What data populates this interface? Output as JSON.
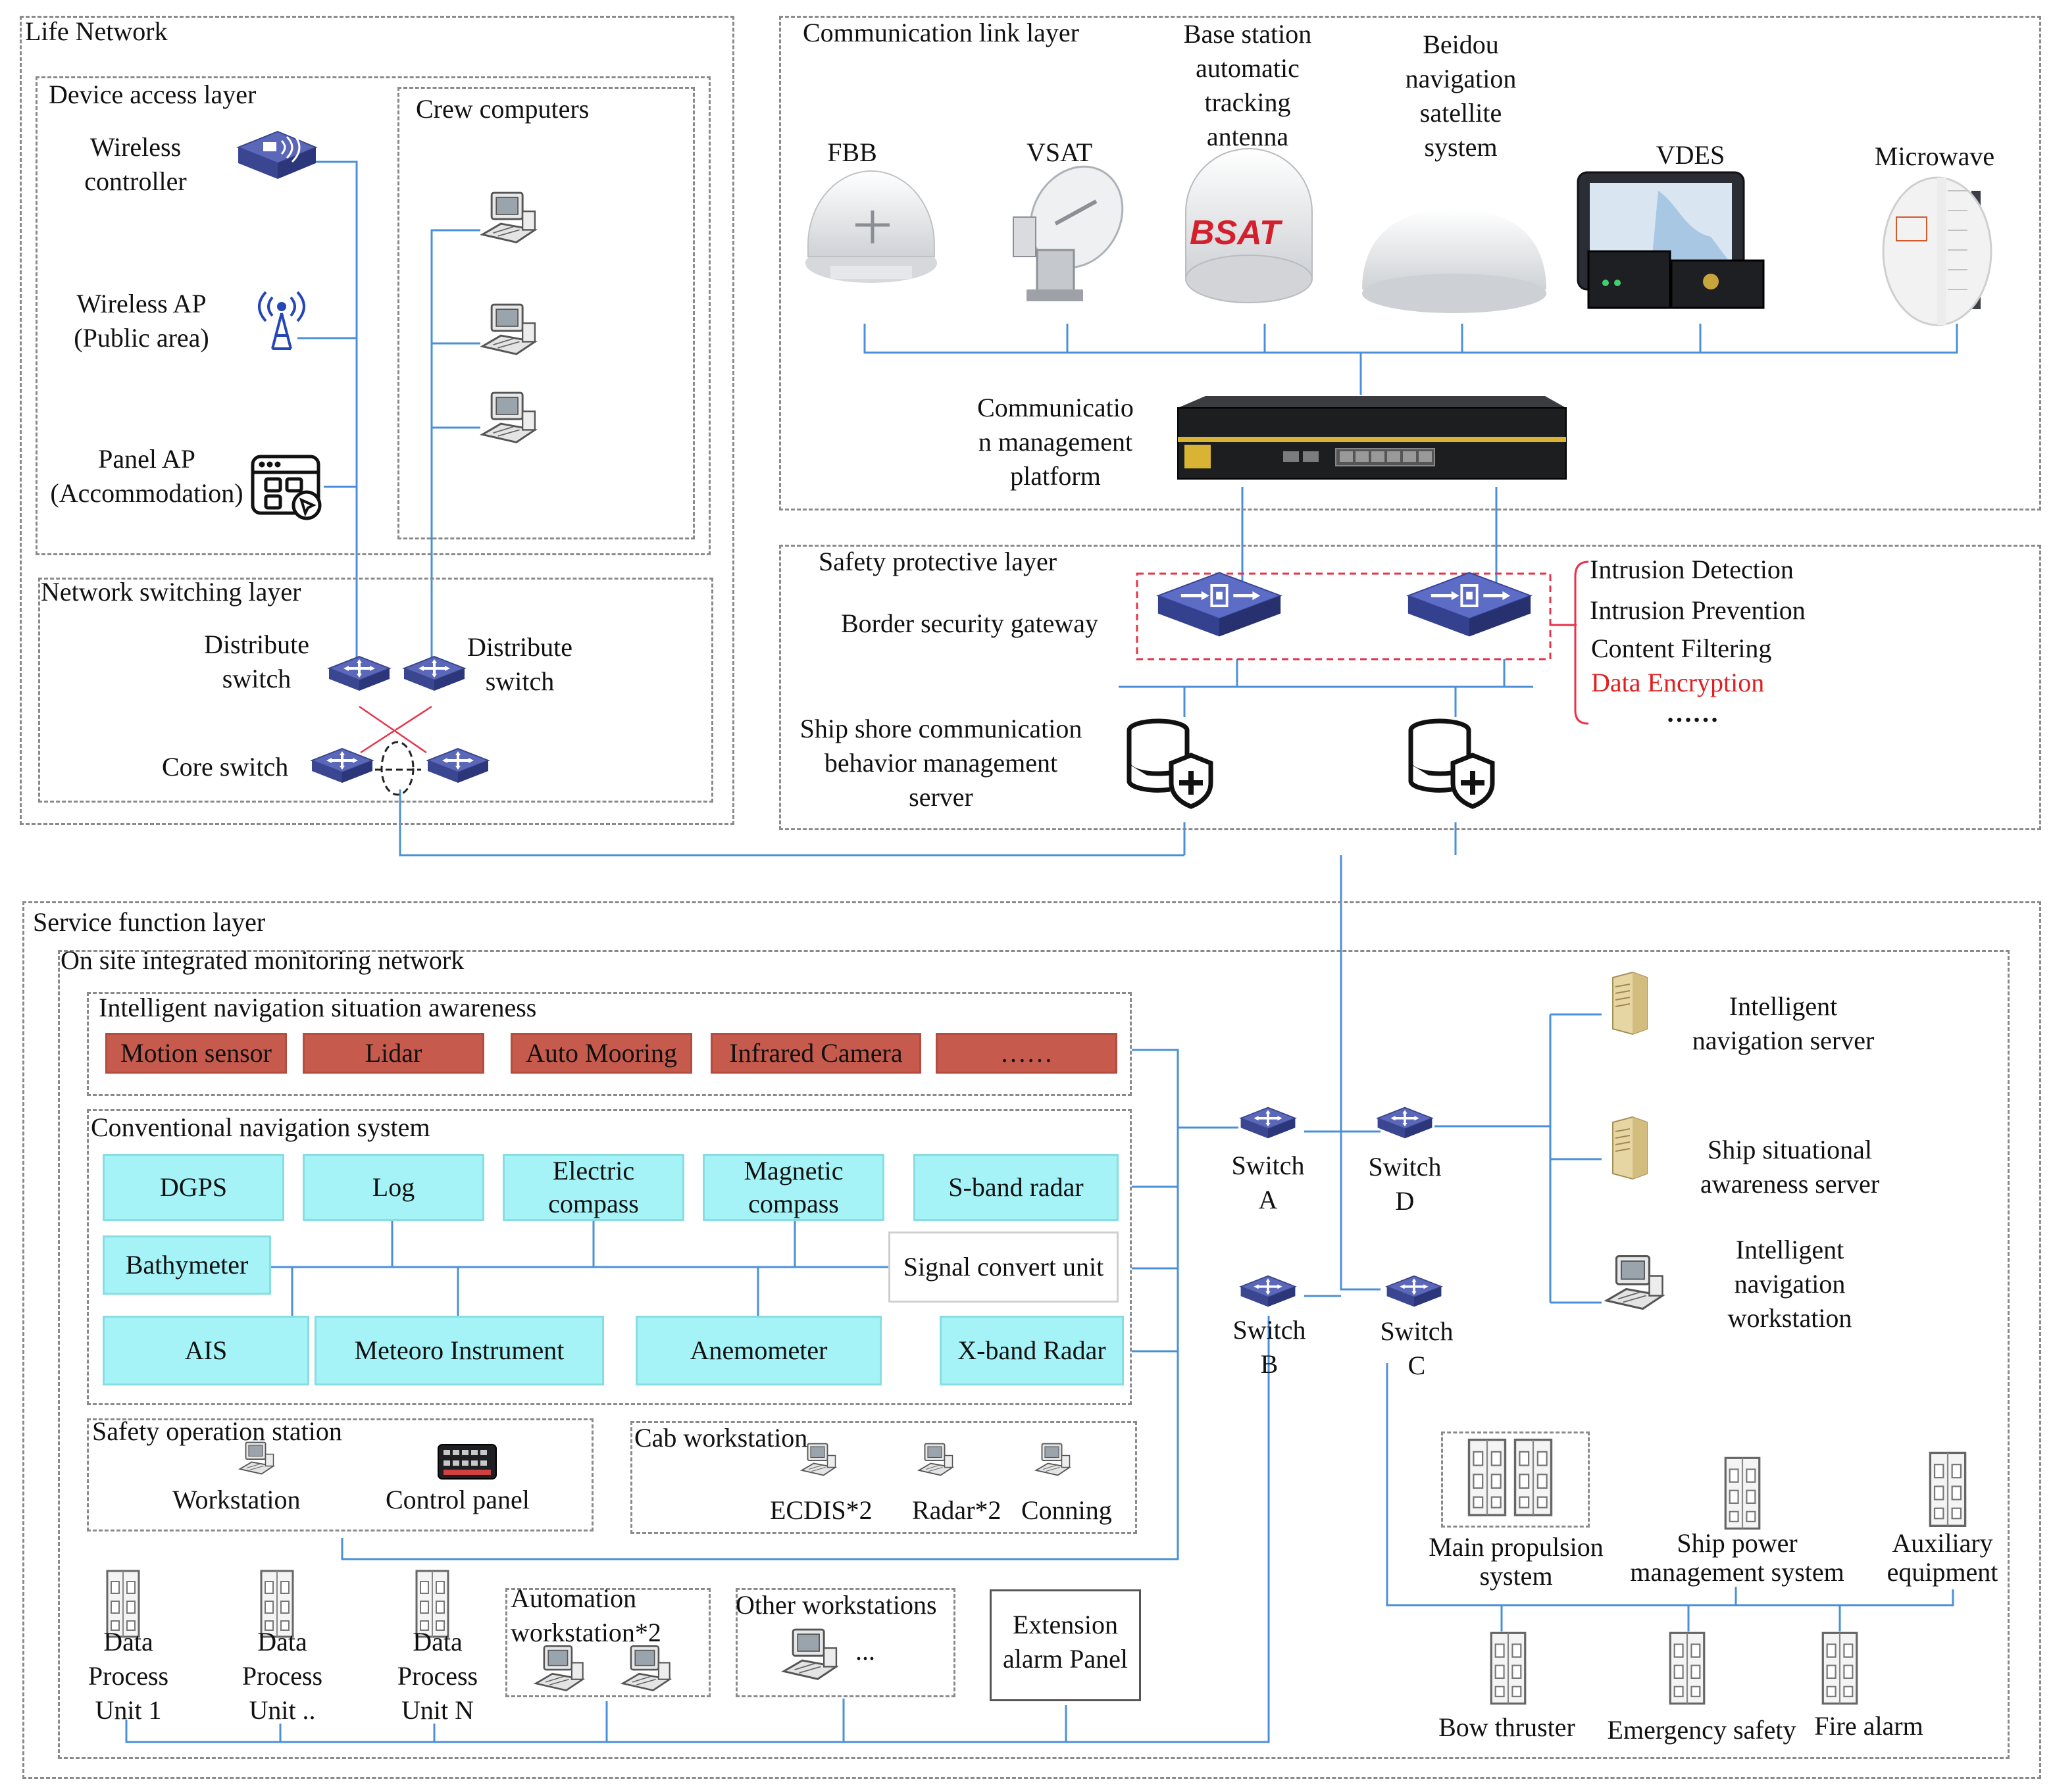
{
  "colors": {
    "line": "#4a90d9",
    "dash": "#8a8a8a",
    "red_cell": "#c65a4d",
    "cyan_cell": "#a5f3f7",
    "switch": "#4a5aa8",
    "crossover": "#e8324a",
    "encryption": "#e02020"
  },
  "life_network": {
    "title": "Life Network",
    "device_access": {
      "title": "Device access layer",
      "wireless_controller": "Wireless\ncontroller",
      "wireless_ap": "Wireless AP\n(Public area)",
      "panel_ap": "Panel AP\n(Accommodation)"
    },
    "crew_computers": {
      "title": "Crew computers"
    },
    "network_switching": {
      "title": "Network switching layer",
      "distribute_switch_left": "Distribute\nswitch",
      "distribute_switch_right": "Distribute\nswitch",
      "core_switch": "Core switch"
    }
  },
  "comm_link": {
    "title": "Communication link layer",
    "devices": [
      {
        "label": "FBB",
        "icon": "fbb-dome-icon"
      },
      {
        "label": "VSAT",
        "icon": "vsat-antenna-icon"
      },
      {
        "label": "Base station\nautomatic\ntracking\nantenna",
        "icon": "bsat-dome-icon",
        "logo": "BSAT"
      },
      {
        "label": "Beidou\nnavigation\nsatellite\nsystem",
        "icon": "beidou-dome-icon"
      },
      {
        "label": "VDES",
        "icon": "vdes-terminal-icon"
      },
      {
        "label": "Microwave",
        "icon": "microwave-antenna-icon"
      }
    ],
    "platform": "Communicatio\nn management\nplatform"
  },
  "safety": {
    "title": "Safety protective layer",
    "gateway": "Border security gateway",
    "server": "Ship shore communication\nbehavior management\nserver",
    "features": [
      "Intrusion Detection",
      "Intrusion Prevention",
      "Content Filtering",
      "Data Encryption",
      "……"
    ]
  },
  "service": {
    "title": "Service function layer",
    "onsite": "On site integrated monitoring network",
    "ins": {
      "title": "Intelligent navigation situation awareness",
      "items": [
        "Motion sensor",
        "Lidar",
        "Auto Mooring",
        "Infrared Camera",
        "……"
      ]
    },
    "conv": {
      "title": "Conventional navigation system",
      "dgps": "DGPS",
      "log": "Log",
      "electric": "Electric\ncompass",
      "magnetic": "Magnetic\ncompass",
      "sband": "S-band radar",
      "bathy": "Bathymeter",
      "signal": "Signal convert unit",
      "ais": "AIS",
      "meteoro": "Meteoro Instrument",
      "anemo": "Anemometer",
      "xband": "X-band Radar"
    },
    "safety_op": {
      "title": "Safety operation station",
      "workstation": "Workstation",
      "control": "Control panel"
    },
    "cab": {
      "title": "Cab workstation",
      "ecdis": "ECDIS*2",
      "radar": "Radar*2",
      "conning": "Conning"
    },
    "dpu": [
      "Data\nProcess\nUnit 1",
      "Data\nProcess\nUnit ..",
      "Data\nProcess\nUnit N"
    ],
    "automation": "Automation\nworkstation*2",
    "other": "Other workstations",
    "other_more": "...",
    "extension": "Extension\nalarm Panel",
    "switches": {
      "a": "Switch\nA",
      "b": "Switch\nB",
      "c": "Switch\nC",
      "d": "Switch\nD"
    },
    "servers": {
      "nav_server": "Intelligent\nnavigation server",
      "sa_server": "Ship situational\nawareness server",
      "nav_ws": "Intelligent\nnavigation\nworkstation"
    },
    "engine": {
      "main_prop": "Main propulsion\nsystem",
      "pms": "Ship power\nmanagement system",
      "aux": "Auxiliary\nequipment",
      "bow": "Bow thruster",
      "emergency": "Emergency safety",
      "fire": "Fire alarm"
    }
  }
}
